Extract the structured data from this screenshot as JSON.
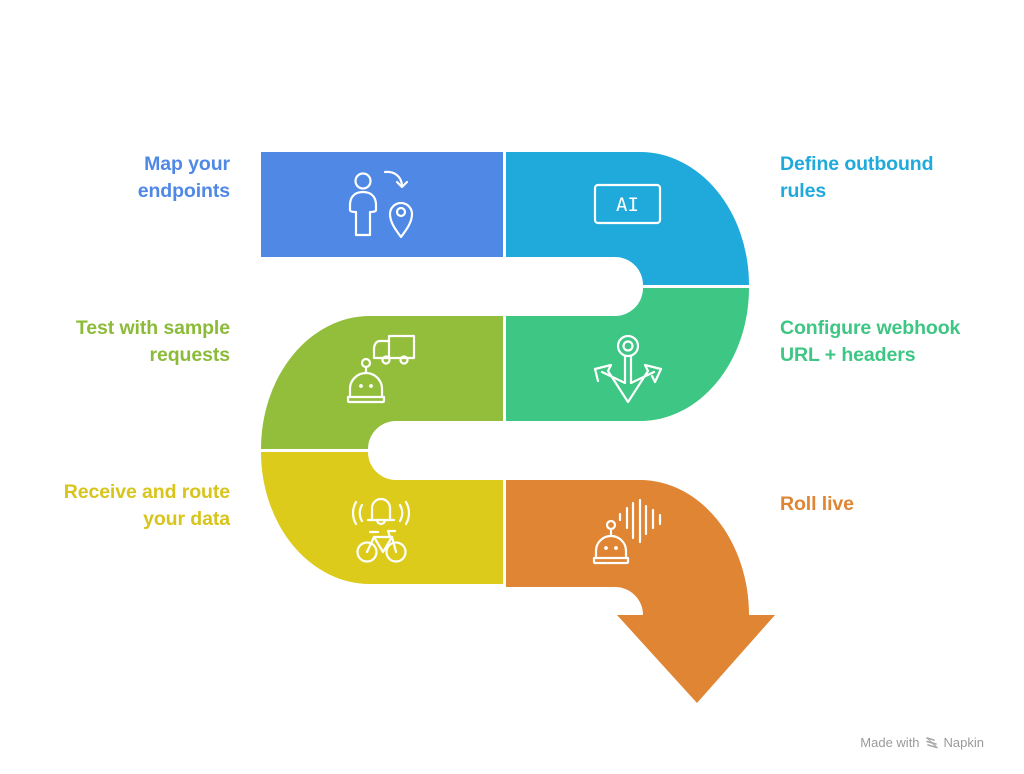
{
  "diagram": {
    "type": "serpentine-process",
    "steps": [
      {
        "order": 1,
        "label": "Map your endpoints",
        "lines": [
          "Map your",
          "endpoints"
        ],
        "icon": "person-location-icon",
        "color": "#4F88E5",
        "side": "left"
      },
      {
        "order": 2,
        "label": "Define outbound rules",
        "lines": [
          "Define outbound",
          "rules"
        ],
        "icon": "ai-chip-icon",
        "icon_text": "AI",
        "color": "#20AADB",
        "side": "right"
      },
      {
        "order": 3,
        "label": "Configure webhook URL + headers",
        "lines": [
          "Configure webhook",
          "URL + headers"
        ],
        "icon": "anchor-icon",
        "color": "#3EC684",
        "side": "right"
      },
      {
        "order": 4,
        "label": "Test with sample requests",
        "lines": [
          "Test with sample",
          "requests"
        ],
        "icon": "robot-truck-icon",
        "color": "#93BE3C",
        "side": "left"
      },
      {
        "order": 5,
        "label": "Receive and route your data",
        "lines": [
          "Receive and route",
          "your data"
        ],
        "icon": "bell-bicycle-icon",
        "color": "#DCCB1A",
        "side": "left"
      },
      {
        "order": 6,
        "label": "Roll live",
        "lines": [
          "Roll live"
        ],
        "icon": "robot-soundwave-icon",
        "color": "#DF8533",
        "side": "right"
      }
    ]
  },
  "label_colors": {
    "step1": "#4F88E5",
    "step2": "#20AADB",
    "step3": "#3EC684",
    "step4": "#8CBB3A",
    "step5": "#D8C51B",
    "step6": "#DF8533"
  },
  "footer": {
    "made_with": "Made with",
    "brand": "Napkin",
    "brand_icon": "napkin-logo-icon"
  }
}
